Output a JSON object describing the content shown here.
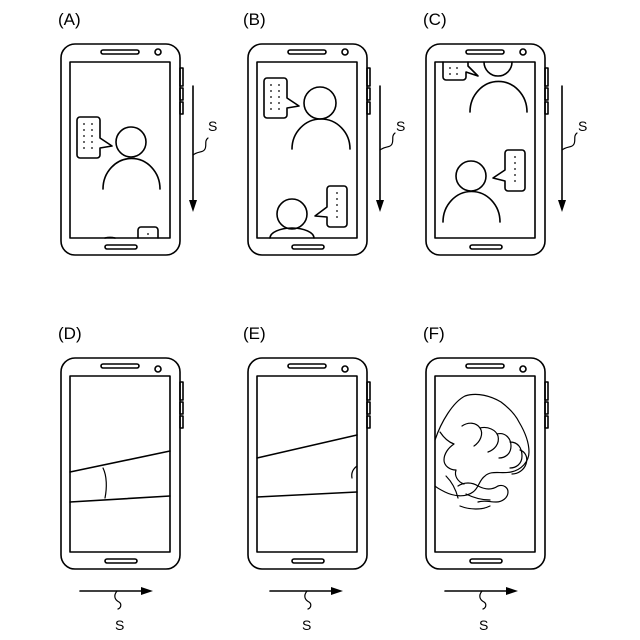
{
  "figure": {
    "panels": [
      {
        "id": "A",
        "label": "(A)",
        "swipe_label": "S",
        "swipe_direction": "down"
      },
      {
        "id": "B",
        "label": "(B)",
        "swipe_label": "S",
        "swipe_direction": "down"
      },
      {
        "id": "C",
        "label": "(C)",
        "swipe_label": "S",
        "swipe_direction": "down"
      },
      {
        "id": "D",
        "label": "(D)",
        "swipe_label": "S",
        "swipe_direction": "right"
      },
      {
        "id": "E",
        "label": "(E)",
        "swipe_label": "S",
        "swipe_direction": "right"
      },
      {
        "id": "F",
        "label": "(F)",
        "swipe_label": "S",
        "swipe_direction": "right"
      }
    ]
  }
}
